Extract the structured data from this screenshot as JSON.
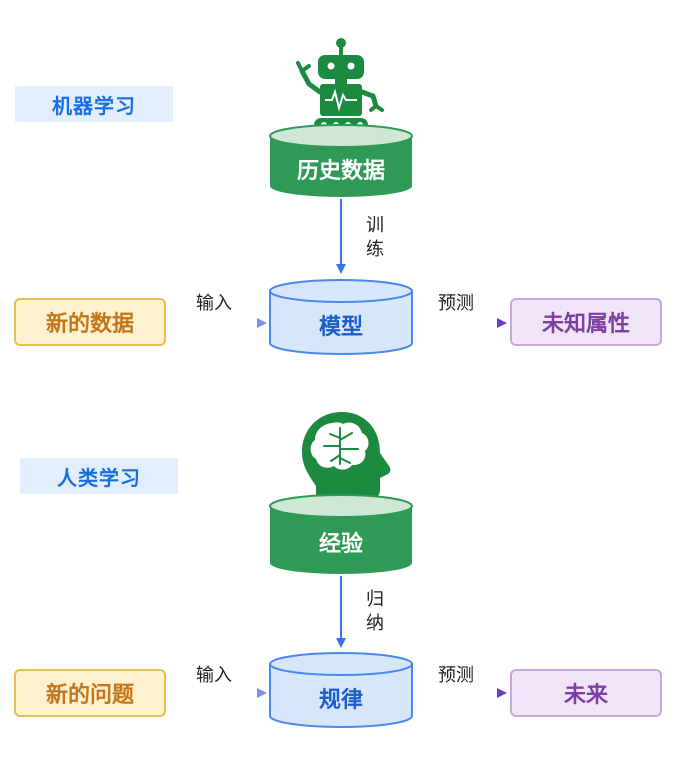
{
  "colors": {
    "green_fill": "#2f9a56",
    "green_top": "#cfe8d6",
    "green_icon": "#1c8a3f",
    "blue_fill": "#d8e6fb",
    "blue_stroke": "#4a88ee",
    "input_fill": "#fdf1d0",
    "output_fill": "#efe5f6",
    "arrow_blue": "#3b72e8",
    "arrow_purple": "#6a3fc8",
    "arrow_orange": "#f0b83d"
  },
  "sections": [
    {
      "label": "机器学习",
      "icon": "robot-icon",
      "source": "历史数据",
      "process_edge": "训练",
      "core": "模型",
      "input": "新的数据",
      "input_edge": "输入",
      "output_edge": "预测",
      "output": "未知属性"
    },
    {
      "label": "人类学习",
      "icon": "brain-head-icon",
      "source": "经验",
      "process_edge": "归纳",
      "core": "规律",
      "input": "新的问题",
      "input_edge": "输入",
      "output_edge": "预测",
      "output": "未来"
    }
  ]
}
